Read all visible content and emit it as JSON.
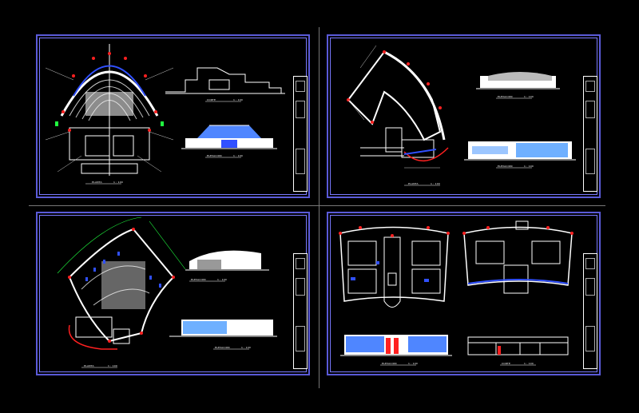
{
  "sheets": [
    {
      "id": "sheet-1",
      "view_label": "PLANTA",
      "elev_label": "CORTE",
      "scale": "1 : 100"
    },
    {
      "id": "sheet-2",
      "view_label": "PLANTA",
      "elev_label": "ELEVACION",
      "scale": "1 : 100"
    },
    {
      "id": "sheet-3",
      "view_label": "PLANTA",
      "elev_label": "ELEVACION",
      "scale": "1 : 100"
    },
    {
      "id": "sheet-4",
      "view_label": "PLANTA",
      "elev_label": "CORTE",
      "scale": "1 : 100"
    }
  ],
  "colors": {
    "frame": "#5a5ad8",
    "linework": "#ffffff",
    "accent_red": "#ff2020",
    "accent_green": "#20ff40",
    "accent_blue": "#3050ff",
    "facade_cyan": "#6fb0ff"
  }
}
